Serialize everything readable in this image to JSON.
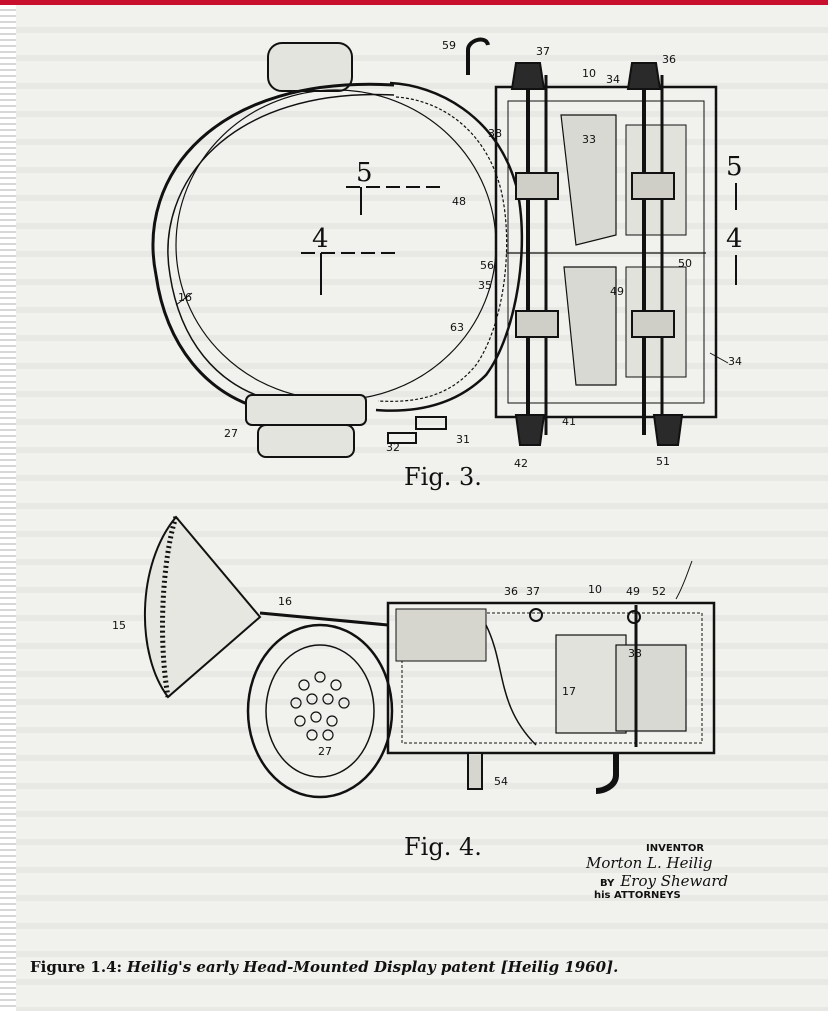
{
  "figure": {
    "caption_lead": "Figure 1.4:",
    "caption_body": "Heilig's early Head-Mounted Display patent [Heilig 1960].",
    "fig3_label": "Fig. 3.",
    "fig4_label": "Fig. 4.",
    "section_marks": [
      "5",
      "4",
      "5",
      "4"
    ],
    "part_numbers_top": [
      "59",
      "37",
      "36",
      "10",
      "34",
      "33",
      "38",
      "48",
      "50",
      "49",
      "56",
      "35",
      "63",
      "34",
      "16",
      "27",
      "32",
      "31",
      "42",
      "41",
      "51"
    ],
    "part_numbers_bottom": [
      "15",
      "16",
      "36",
      "37",
      "10",
      "49",
      "52",
      "33",
      "17",
      "27",
      "54"
    ],
    "inventor_label": "INVENTOR",
    "inventor_name": "Morton L. Heilig",
    "by_label": "BY",
    "attorney_sig": "Eroy Sheward",
    "attorneys_label": "his ATTORNEYS"
  },
  "colors": {
    "topbar": "#c8102e",
    "ink": "#111111",
    "paper": "#f1f1ed"
  }
}
